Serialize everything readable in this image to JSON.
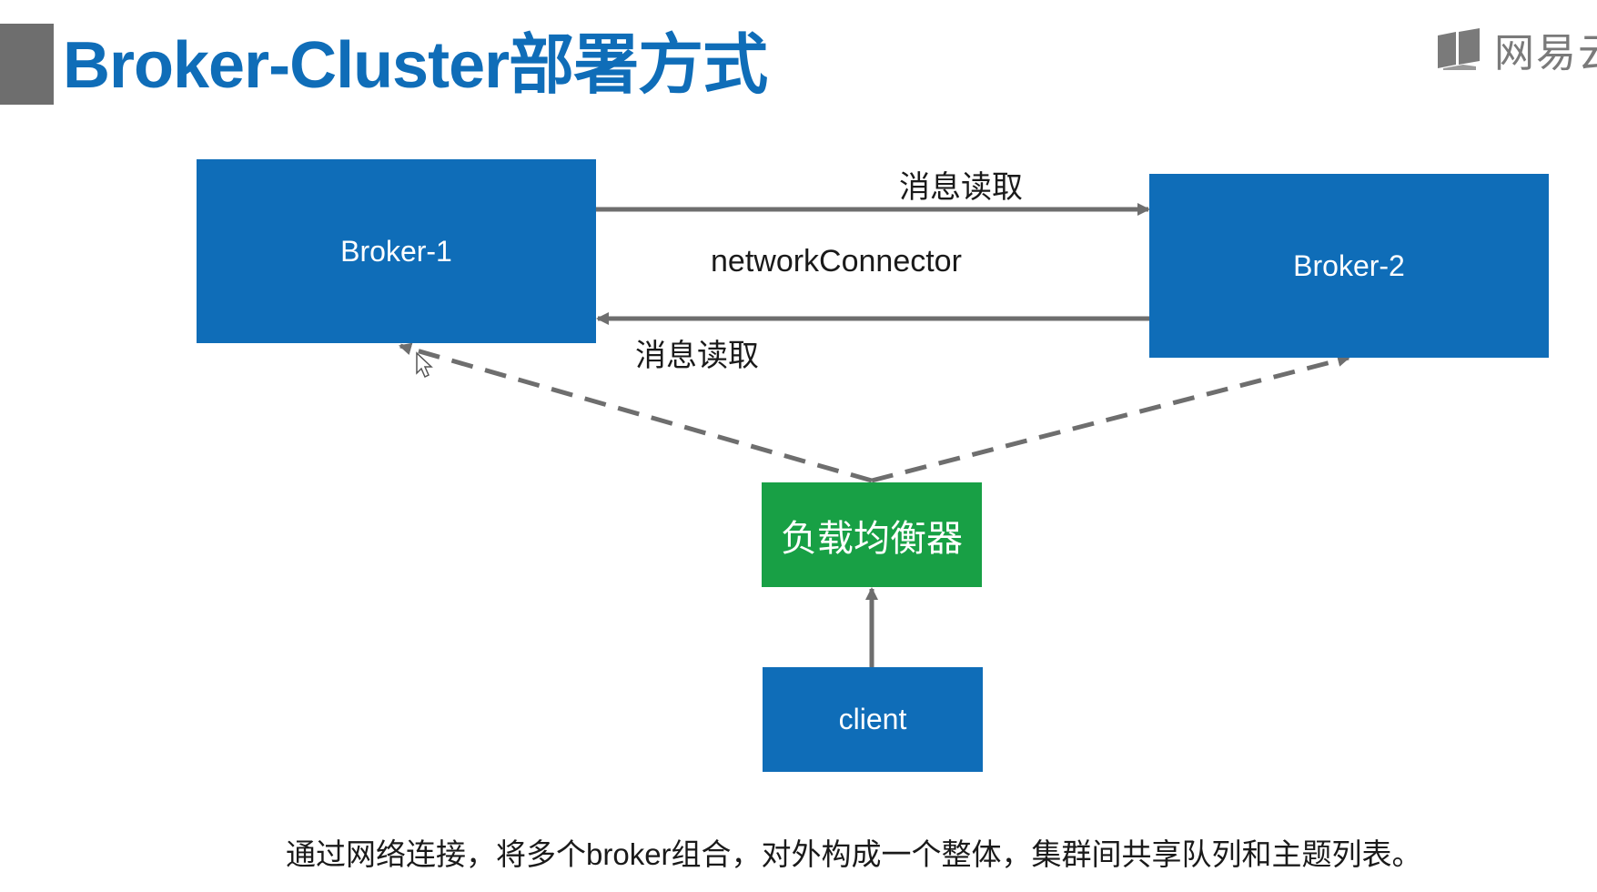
{
  "title": "Broker-Cluster部署方式",
  "logo": {
    "icon": "book-icon",
    "text": "网易云"
  },
  "nodes": {
    "broker1": "Broker-1",
    "broker2": "Broker-2",
    "load_balancer": "负载均衡器",
    "client": "client"
  },
  "edges": {
    "top_label": "消息读取",
    "middle_label": "networkConnector",
    "bottom_label": "消息读取"
  },
  "caption": "通过网络连接，将多个broker组合，对外构成一个整体，集群间共享队列和主题列表。",
  "colors": {
    "title": "#0f6db8",
    "broker_box": "#0f6db8",
    "load_balancer_box": "#18a045",
    "arrow": "#6e6e6e"
  }
}
